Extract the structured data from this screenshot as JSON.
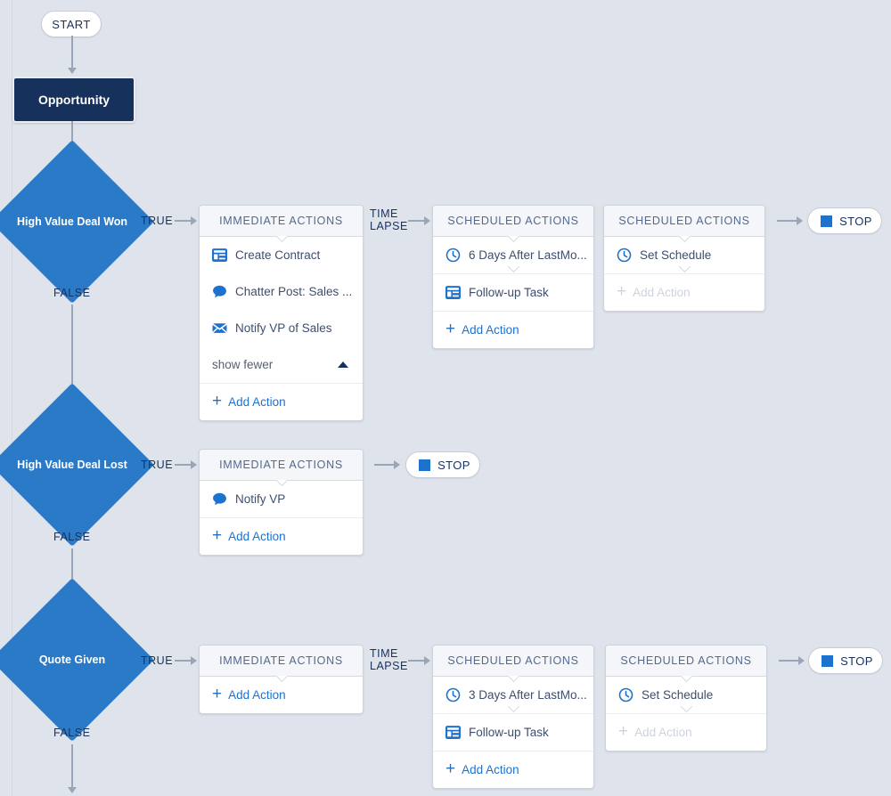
{
  "canvas": {
    "background_color": "#dfe3ec",
    "accent_blue": "#1d72d0",
    "diamond_blue": "#2a7ac8",
    "object_navy": "#16325c"
  },
  "start_node": {
    "label": "START"
  },
  "object_node": {
    "label": "Opportunity"
  },
  "edge_labels": {
    "true": "TRUE",
    "false": "FALSE",
    "time_lapse": "TIME\nLAPSE"
  },
  "stop_nodes": [
    {
      "label": "STOP"
    },
    {
      "label": "STOP"
    },
    {
      "label": "STOP"
    }
  ],
  "criteria": [
    {
      "label": "High Value Deal Won"
    },
    {
      "label": "High Value Deal Lost"
    },
    {
      "label": "Quote Given"
    }
  ],
  "panels": {
    "immediate_1": {
      "header": "IMMEDIATE ACTIONS",
      "rows": [
        {
          "icon": "record-create-icon",
          "label": "Create Contract"
        },
        {
          "icon": "chatter-post-icon",
          "label": "Chatter Post: Sales ..."
        },
        {
          "icon": "email-icon",
          "label": "Notify VP of Sales"
        }
      ],
      "show_fewer": "show fewer",
      "add_action": "Add Action"
    },
    "scheduled_1a": {
      "header": "SCHEDULED ACTIONS",
      "rows": [
        {
          "icon": "clock-icon",
          "label": "6 Days After LastMo..."
        },
        {
          "icon": "record-create-icon",
          "label": "Follow-up Task"
        }
      ],
      "add_action": "Add Action"
    },
    "scheduled_1b": {
      "header": "SCHEDULED ACTIONS",
      "rows": [
        {
          "icon": "clock-icon",
          "label": "Set Schedule"
        }
      ],
      "add_action": "Add Action"
    },
    "immediate_2": {
      "header": "IMMEDIATE ACTIONS",
      "rows": [
        {
          "icon": "chatter-post-icon",
          "label": "Notify VP"
        }
      ],
      "add_action": "Add Action"
    },
    "immediate_3": {
      "header": "IMMEDIATE ACTIONS",
      "rows": [],
      "add_action": "Add Action"
    },
    "scheduled_3a": {
      "header": "SCHEDULED ACTIONS",
      "rows": [
        {
          "icon": "clock-icon",
          "label": "3 Days After LastMo..."
        },
        {
          "icon": "record-create-icon",
          "label": "Follow-up Task"
        }
      ],
      "add_action": "Add Action"
    },
    "scheduled_3b": {
      "header": "SCHEDULED ACTIONS",
      "rows": [
        {
          "icon": "clock-icon",
          "label": "Set Schedule"
        }
      ],
      "add_action": "Add Action"
    }
  }
}
